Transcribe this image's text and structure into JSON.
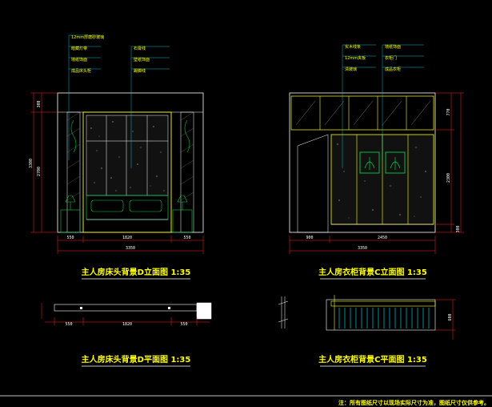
{
  "colors": {
    "background": "#000000",
    "outline": "#ffffff",
    "frame": "#ffff00",
    "dimension": "#ff2020",
    "leader": "#00e5ff",
    "annotation": "#ffff00",
    "panel_fill": "#101010",
    "decor": "#00cc44"
  },
  "drawings": [
    {
      "id": "bed-elevation",
      "title": "主人房床头背景D立面图 1:35",
      "dims_bottom": [
        "550",
        "1820",
        "550"
      ],
      "dims_total": "3350",
      "dims_left": [
        "300",
        "2700",
        "3300"
      ],
      "notes": [
        "12mm厚磨砂玻璃",
        "暗藏灯带",
        "墙纸饰面",
        "成品床头柜",
        "石膏线",
        "壁纸饰面",
        "踢脚线"
      ]
    },
    {
      "id": "wardrobe-elevation",
      "title": "主人房衣柜背景C立面图 1:35",
      "dims_bottom": [
        "900",
        "2450"
      ],
      "dims_total": "3350",
      "dims_right": [
        "770",
        "2300",
        "300"
      ],
      "notes": [
        "实木线条",
        "12mm夹板",
        "清玻璃",
        "墙纸饰面",
        "衣柜门",
        "成品衣柜"
      ]
    },
    {
      "id": "bed-plan",
      "title": "主人房床头背景D平面图 1:35",
      "dims_bottom": [
        "550",
        "1820",
        "550"
      ]
    },
    {
      "id": "wardrobe-plan",
      "title": "主人房衣柜背景C平面图 1:35",
      "dims_right": [
        "600"
      ]
    }
  ],
  "footer_note": "注：所有图纸尺寸以现场实际尺寸为准，图纸尺寸仅供参考。"
}
